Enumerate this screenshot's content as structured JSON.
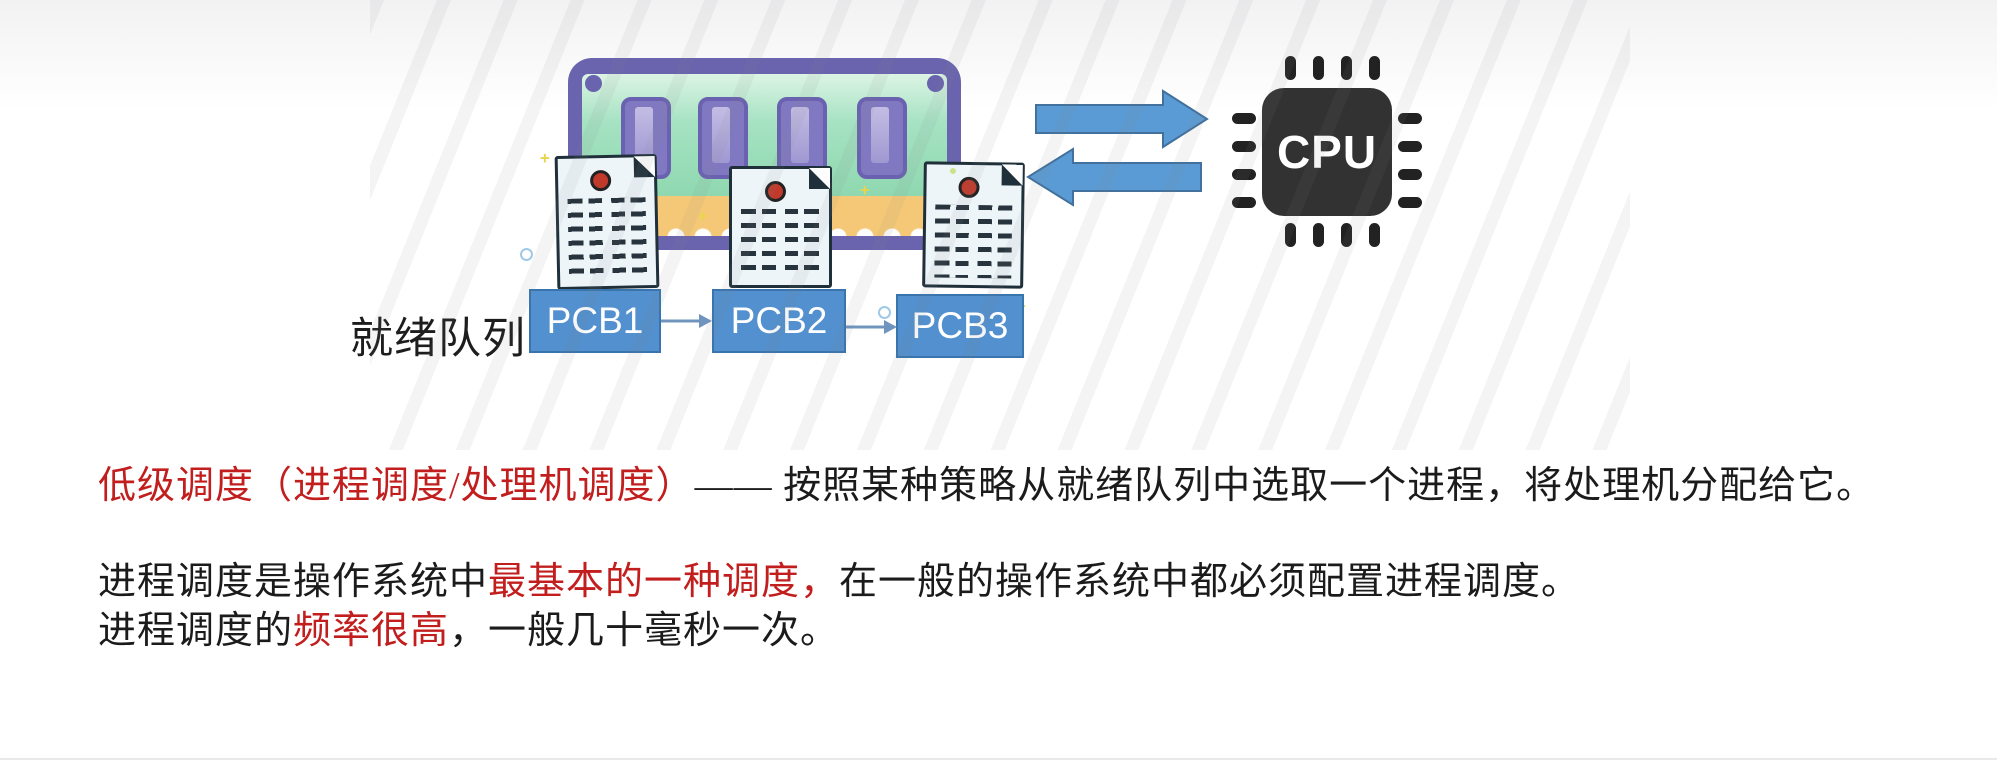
{
  "illustration": {
    "ready_queue_label": "就绪队列",
    "pcb_nodes": [
      "PCB1",
      "PCB2",
      "PCB3"
    ],
    "cpu_label": "CPU",
    "colors": {
      "pcb_box_fill": "#5290cf",
      "pcb_box_border": "#3a74ad",
      "transfer_arrow_fill": "#5b9bd5",
      "transfer_arrow_border": "#41719c",
      "queue_arrow": "#6f94bd",
      "ram_frame": "#6a63ae",
      "ram_board": "#9fdfbc",
      "ram_connector": "#f5c877",
      "chip_fill": "#8078c0",
      "cpu_body": "#323232",
      "document_paper": "#eef5f9",
      "document_dot": "#c0392b"
    }
  },
  "text": {
    "p1_red": "低级调度（进程调度/处理机调度）",
    "p1_black": "—— 按照某种策略从就绪队列中选取一个进程，将处理机分配给它。",
    "p2_before": "进程调度是操作系统中",
    "p2_red": "最基本的一种调度，",
    "p2_after": "在一般的操作系统中都必须配置进程调度。",
    "p3_before": "进程调度的",
    "p3_red": "频率很高",
    "p3_after": "，一般几十毫秒一次。",
    "colors": {
      "highlight_red": "#c21e1e",
      "body_black": "#1b1b1b"
    }
  }
}
